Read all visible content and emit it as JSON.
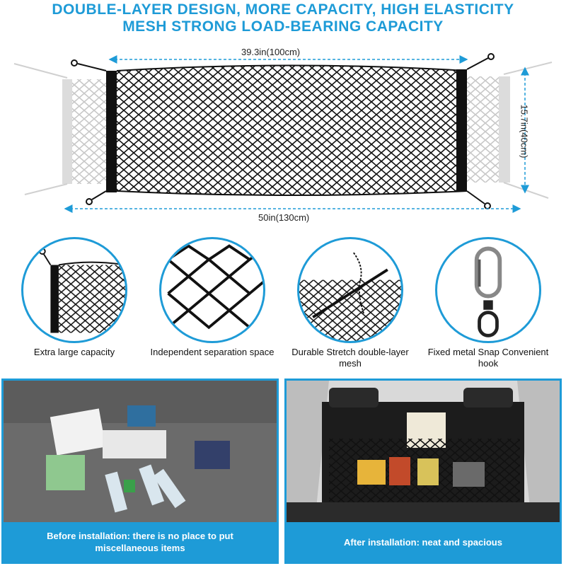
{
  "headline": {
    "line1": "DOUBLE-LAYER DESIGN, MORE CAPACITY, HIGH ELASTICITY",
    "line2": "MESH STRONG LOAD-BEARING CAPACITY"
  },
  "dimensions": {
    "top_width": "39.3in(100cm)",
    "bottom_width": "50in(130cm)",
    "height": "15.7in(40cm)"
  },
  "features": [
    {
      "icon": "cargo-net-corner-icon",
      "label": "Extra large capacity"
    },
    {
      "icon": "mesh-closeup-icon",
      "label": "Independent separation space"
    },
    {
      "icon": "double-layer-mesh-icon",
      "label": "Durable Stretch double-layer mesh"
    },
    {
      "icon": "carabiner-hook-icon",
      "label": "Fixed metal Snap Convenient hook"
    }
  ],
  "panels": {
    "before": {
      "line1": "Before installation: there is no place to put",
      "line2": "miscellaneous items"
    },
    "after": {
      "line1": "After installation: neat and spacious"
    }
  },
  "colors": {
    "accent": "#1e9bd7",
    "net": "#111111",
    "ghost_net": "#c8c8c8"
  }
}
